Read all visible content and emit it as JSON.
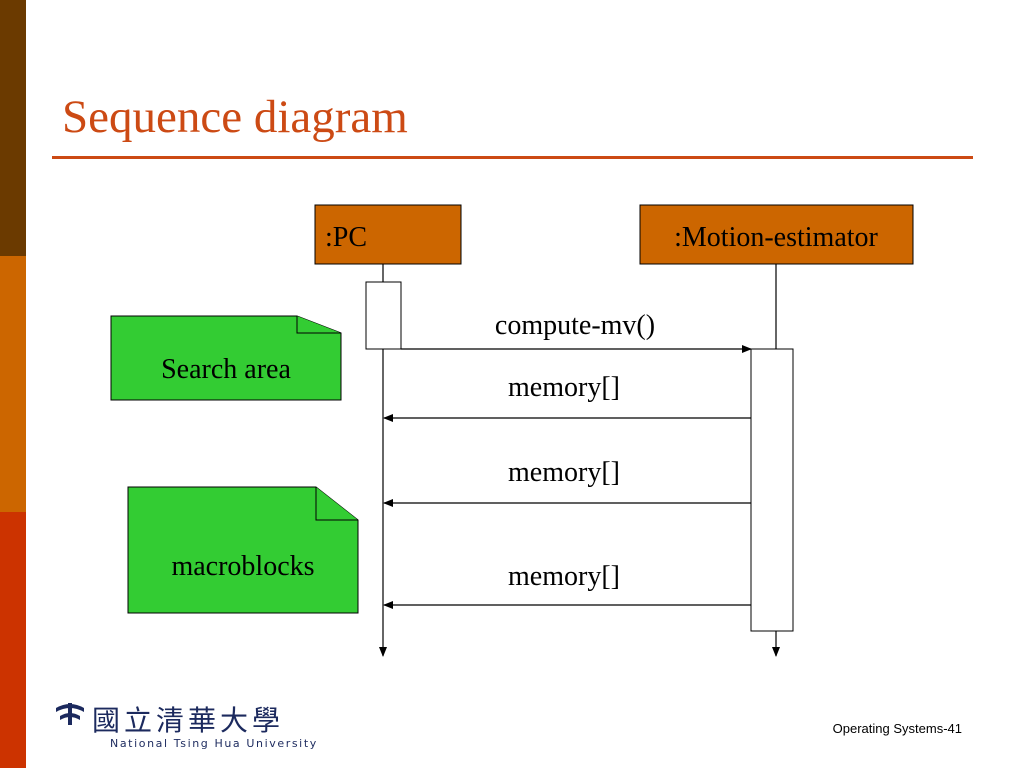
{
  "slide": {
    "title": "Sequence diagram",
    "footer": "Operating Systems-41"
  },
  "logo": {
    "chinese": "國立清華大學",
    "english": "National Tsing Hua University"
  },
  "diagram": {
    "objects": [
      {
        "label": ":PC"
      },
      {
        "label": ":Motion-estimator"
      }
    ],
    "messages": [
      {
        "label": "compute-mv()"
      },
      {
        "label": "memory[]"
      },
      {
        "label": "memory[]"
      },
      {
        "label": "memory[]"
      }
    ],
    "notes": [
      {
        "label": "Search area"
      },
      {
        "label": "macroblocks"
      }
    ]
  },
  "colors": {
    "title": "#cc4a14",
    "object_fill": "#cc6600",
    "note_fill": "#33cc33",
    "stripe_top": "#6b3a00",
    "stripe_mid": "#cc6600",
    "stripe_bottom": "#cc3300"
  }
}
